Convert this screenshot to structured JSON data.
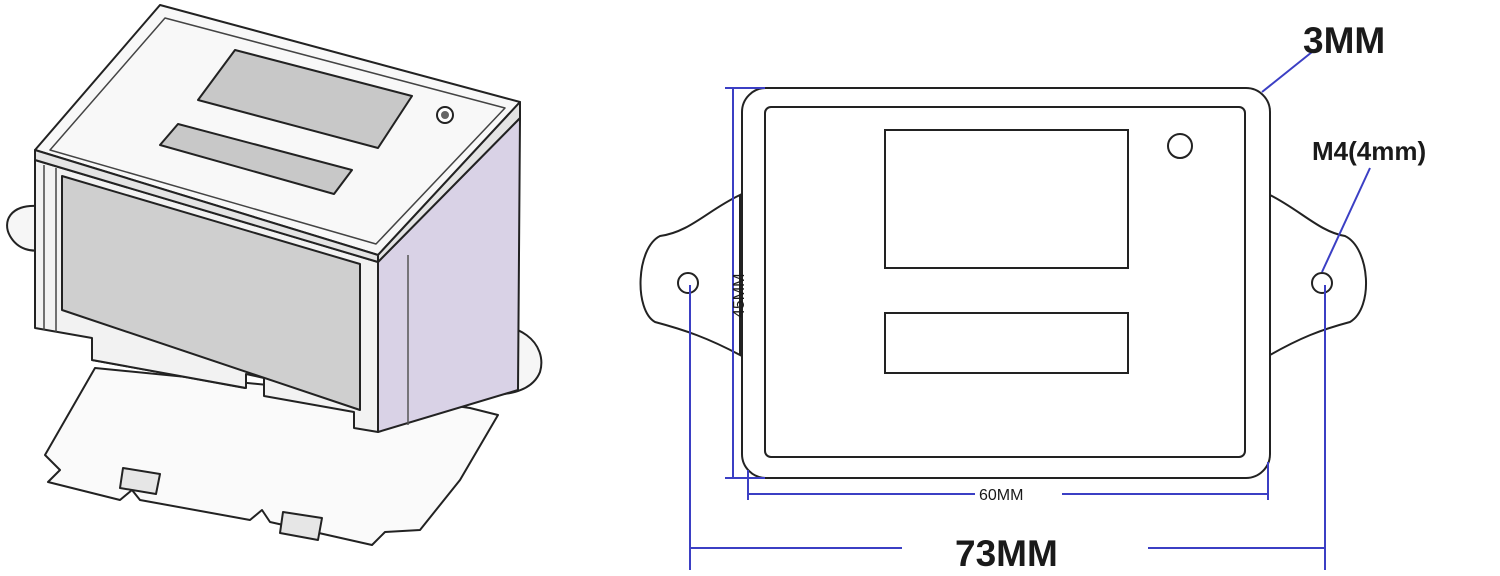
{
  "labels": {
    "thickness": "3MM",
    "hole": "M4(4mm)",
    "height": "45MM",
    "inner_width": "60MM",
    "total_width": "73MM"
  },
  "colors": {
    "outline": "#222222",
    "dimension": "#3b3fc4",
    "window_fill": "#c8c8c8",
    "side_fill": "#d9d2e6",
    "panel_fill": "#f4f4f4"
  }
}
